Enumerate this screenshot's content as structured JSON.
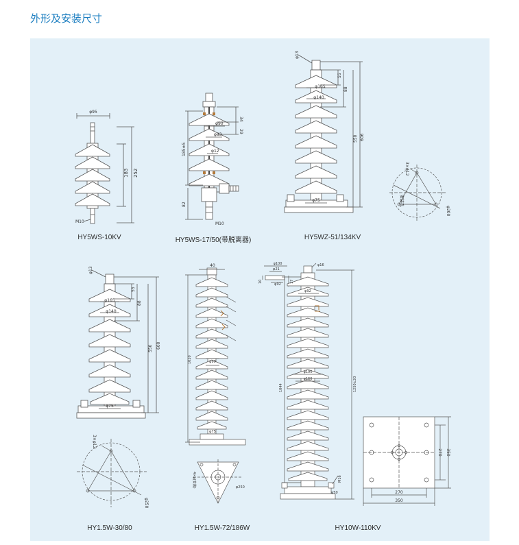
{
  "page": {
    "title": "外形及安装尺寸"
  },
  "figures": {
    "hy5ws10": {
      "caption": "HY5WS-10KV",
      "dims": {
        "phi95": "φ95",
        "d183": "183",
        "d252": "252",
        "m10": "M10"
      }
    },
    "hy5ws17": {
      "caption": "HY5WS-17/50(带脱离器)",
      "dims": {
        "phi90": "φ90",
        "phi33": "φ33",
        "phi12": "φ12",
        "d34": "34",
        "d29": "29",
        "d185": "185±5",
        "d82": "82",
        "m10": "M10"
      }
    },
    "hy5wz51": {
      "caption": "HY5WZ-51/134KV",
      "dims": {
        "phi13": "φ13",
        "phi165": "φ165",
        "phi140": "φ140",
        "d55": "55",
        "d88": "88",
        "d550": "550",
        "d606": "606",
        "phi75": "φ75",
        "hole": "3×φ12",
        "mount": "安装孔",
        "phi200": "φ200"
      }
    },
    "hy15w30": {
      "caption": "HY1.5W-30/80",
      "dims": {
        "phi13": "φ13",
        "phi165": "φ165",
        "phi140": "φ140",
        "d55": "55",
        "d88": "88",
        "d550": "550",
        "d600": "600",
        "phi75": "φ75",
        "hole": "3×φ12",
        "phi250": "φ250"
      }
    },
    "hy15w72": {
      "caption": "HY1.5W-72/186W",
      "dims": {
        "d40": "40",
        "phi90": "φ90",
        "phi75": "φ75",
        "d1020": "1020",
        "hole": "4×φ(安装)",
        "phi250": "φ250"
      }
    },
    "hy10w110": {
      "caption": "HY10W-110KV",
      "dims": {
        "phi100": "φ100",
        "phi21": "φ21",
        "phi92a": "φ92",
        "d10": "10",
        "d17": "17",
        "phi16": "φ16",
        "phi92b": "φ92",
        "phi190": "φ190",
        "phi160": "φ160",
        "d1044": "1044",
        "d1250": "1250±20",
        "m16": "M16",
        "phi50": "φ50",
        "d270v": "270",
        "d350v": "350",
        "d270h": "270",
        "d350h": "350"
      }
    }
  }
}
